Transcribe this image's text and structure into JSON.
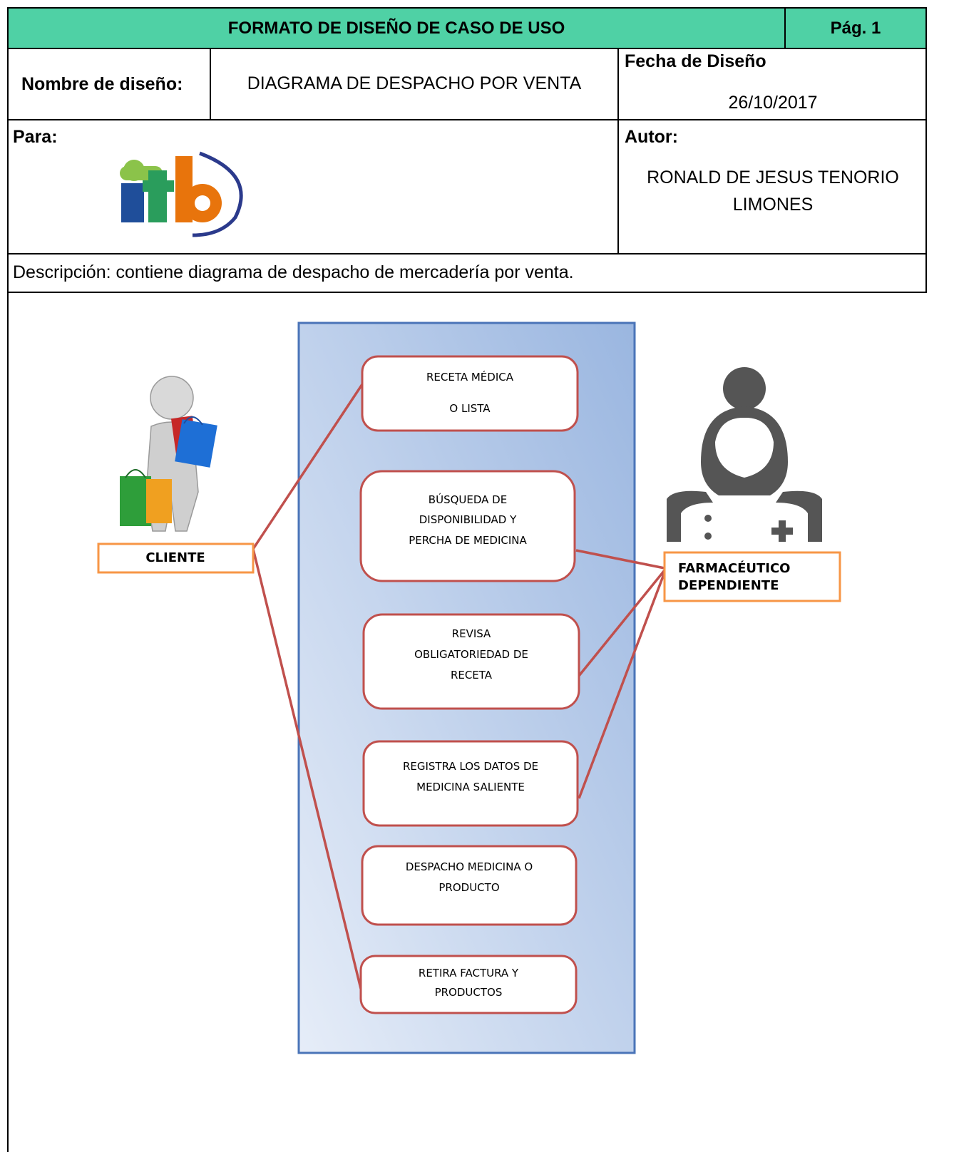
{
  "header": {
    "title": "FORMATO DE DISEÑO DE CASO DE USO",
    "page": "Pág. 1"
  },
  "info": {
    "design_name_label": "Nombre de diseño:",
    "design_name_value": "DIAGRAMA DE DESPACHO POR VENTA",
    "design_date_label": "Fecha de Diseño",
    "design_date_value": "26/10/2017",
    "for_label": "Para:",
    "logo_text": "itb",
    "author_label": "Autor:",
    "author_value_line1": "RONALD DE JESUS TENORIO",
    "author_value_line2": "LIMONES"
  },
  "description": "Descripción: contiene diagrama de despacho de mercadería por venta.",
  "diagram": {
    "actors": {
      "client": "CLIENTE",
      "pharmacist_line1": "FARMACÉUTICO",
      "pharmacist_line2": "DEPENDIENTE"
    },
    "use_cases": [
      {
        "lines": [
          "RECETA MÉDICA",
          "O LISTA"
        ]
      },
      {
        "lines": [
          "BÚSQUEDA  DE",
          "DISPONIBILIDAD Y",
          "PERCHA  DE MEDICINA"
        ]
      },
      {
        "lines": [
          "REVISA",
          "OBLIGATORIEDAD DE",
          "RECETA"
        ]
      },
      {
        "lines": [
          "REGISTRA LOS DATOS DE",
          "MEDICINA SALIENTE"
        ]
      },
      {
        "lines": [
          "DESPACHO MEDICINA O",
          "PRODUCTO"
        ]
      },
      {
        "lines": [
          "RETIRA FACTURA Y",
          "PRODUCTOS"
        ]
      }
    ],
    "colors": {
      "connector": "#c0504d",
      "actor_border": "#f79646",
      "system_border": "#4a74b8",
      "header_bg": "#4fd1a5"
    }
  }
}
